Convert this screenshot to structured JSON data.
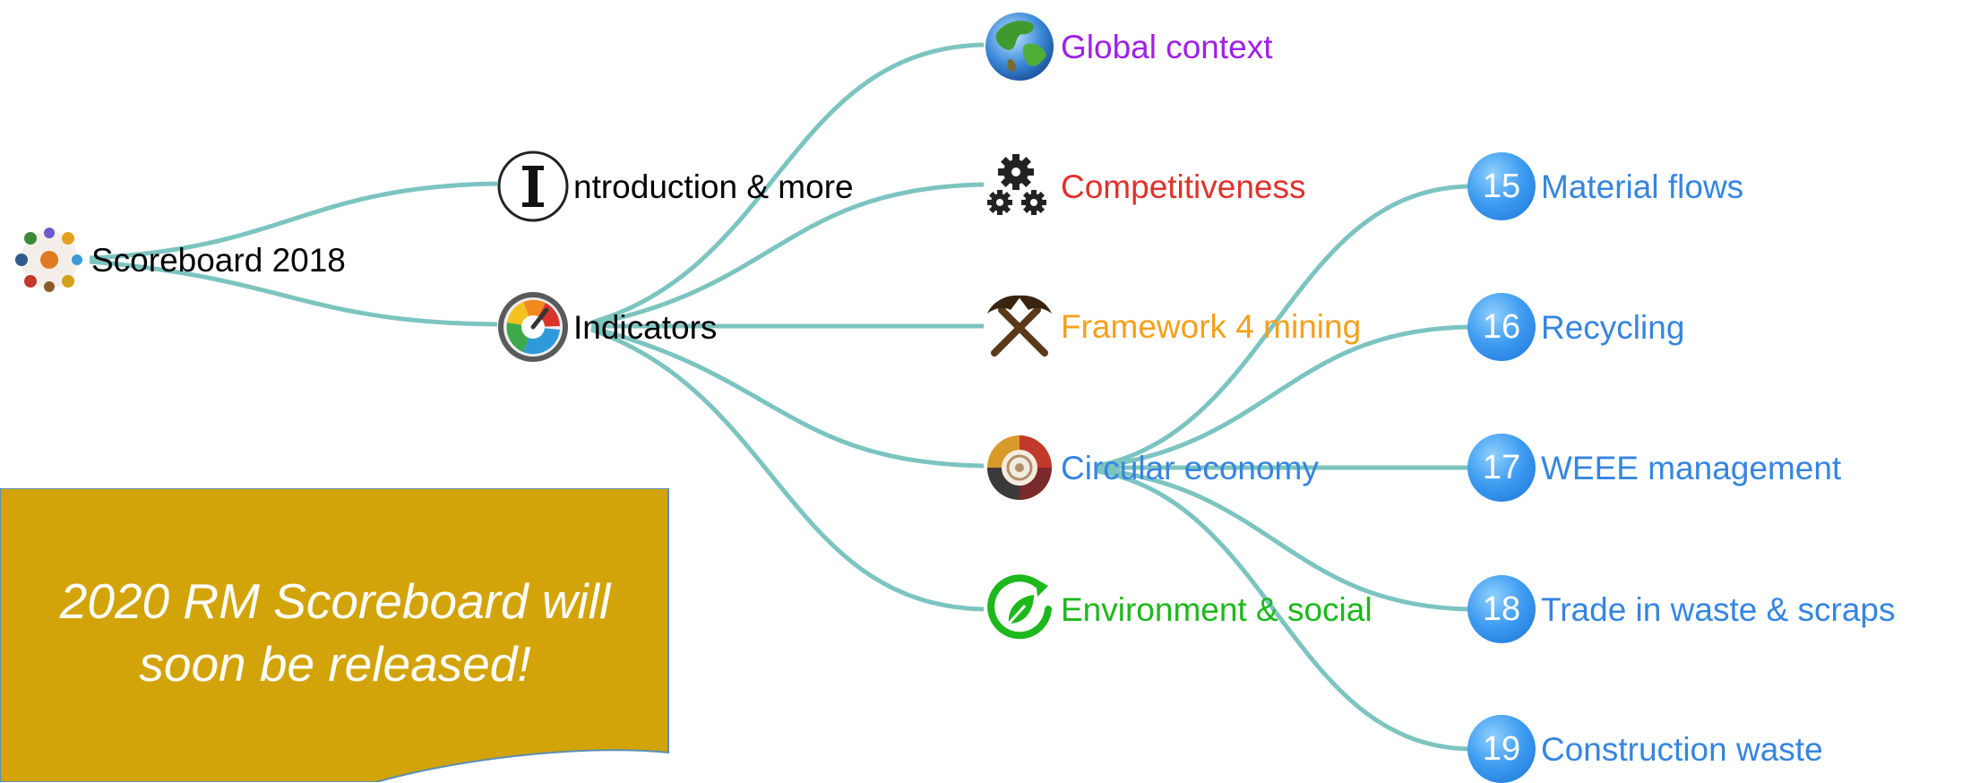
{
  "root": {
    "label": "Scoreboard 2018"
  },
  "branches": {
    "introduction": {
      "label": "ntroduction & more"
    },
    "indicators": {
      "label": "Indicators"
    }
  },
  "categories": [
    {
      "label": "Global context",
      "color": "#a020e8",
      "icon": "globe-icon"
    },
    {
      "label": "Competitiveness",
      "color": "#e0312b",
      "icon": "gears-icon"
    },
    {
      "label": "Framework 4 mining",
      "color": "#f5a01a",
      "icon": "pickaxes-icon"
    },
    {
      "label": "Circular economy",
      "color": "#3585e0",
      "icon": "circular-economy-icon"
    },
    {
      "label": "Environment & social",
      "color": "#1cb81c",
      "icon": "leaf-icon"
    }
  ],
  "circular_items": [
    {
      "number": "15",
      "label": "Material flows"
    },
    {
      "number": "16",
      "label": "Recycling"
    },
    {
      "number": "17",
      "label": "WEEE management"
    },
    {
      "number": "18",
      "label": "Trade in waste & scraps"
    },
    {
      "number": "19",
      "label": "Construction waste"
    }
  ],
  "banner": {
    "line1": "2020 RM Scoreboard will",
    "line2": "soon be released!",
    "background": "#d2a40a"
  },
  "link_color": "#7cc4c0"
}
